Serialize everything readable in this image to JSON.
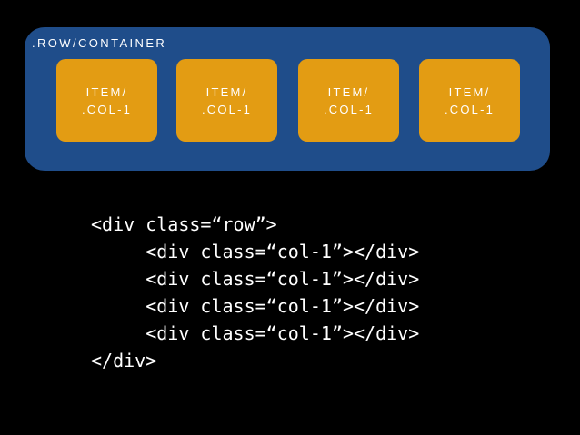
{
  "diagram": {
    "container_label": ".ROW/CONTAINER",
    "items": [
      {
        "line1": "ITEM/",
        "line2": ".COL-1"
      },
      {
        "line1": "ITEM/",
        "line2": ".COL-1"
      },
      {
        "line1": "ITEM/",
        "line2": ".COL-1"
      },
      {
        "line1": "ITEM/",
        "line2": ".COL-1"
      }
    ],
    "colors": {
      "background": "#000000",
      "container": "#1f4d8a",
      "item": "#e39c13",
      "text": "#ffffff"
    }
  },
  "code": {
    "lines": [
      "<div class=“row”>",
      "     <div class=“col-1”></div>",
      "     <div class=“col-1”></div>",
      "     <div class=“col-1”></div>",
      "     <div class=“col-1”></div>",
      "</div>"
    ]
  }
}
